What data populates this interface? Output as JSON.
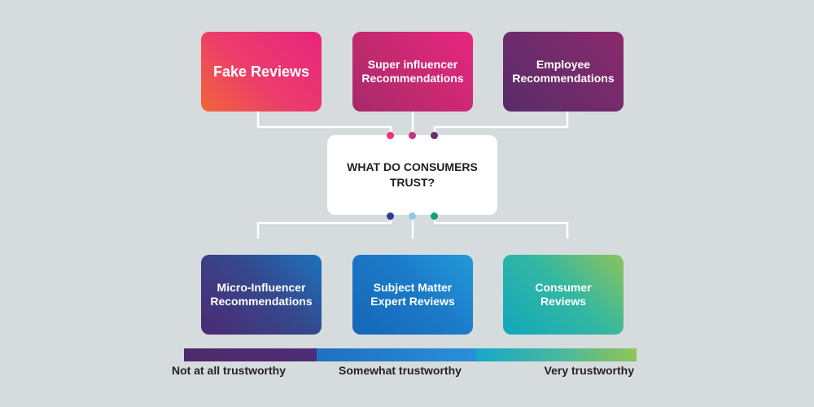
{
  "diagram": {
    "center": {
      "line1": "WHAT DO CONSUMERS",
      "line2": "TRUST?"
    },
    "top_boxes": [
      {
        "lines": [
          "Fake Reviews"
        ],
        "color": "#ec3c6b"
      },
      {
        "lines": [
          "Super influencer",
          "Recommendations"
        ],
        "color": "#c22a6f"
      },
      {
        "lines": [
          "Employee",
          "Recommendations"
        ],
        "color": "#6e2b6b"
      }
    ],
    "bottom_boxes": [
      {
        "lines": [
          "Micro-Influencer",
          "Recommendations"
        ],
        "color": "#36478c"
      },
      {
        "lines": [
          "Subject Matter",
          "Expert Reviews"
        ],
        "color": "#1b7ac8"
      },
      {
        "lines": [
          "Consumer",
          "Reviews"
        ],
        "color": "#35b8a0"
      }
    ],
    "dot_colors": {
      "top": [
        "#e8357a",
        "#c13585",
        "#6e2b6b"
      ],
      "bottom": [
        "#2b3f8f",
        "#8fc9ea",
        "#11a07f"
      ]
    },
    "connector_color": "#ffffff"
  },
  "scale": {
    "labels": [
      "Not at all trustworthy",
      "Somewhat trustworthy",
      "Very trustworthy"
    ],
    "colors": [
      "#4e2d78",
      "#1f7fcd",
      "#46b8a0"
    ]
  }
}
